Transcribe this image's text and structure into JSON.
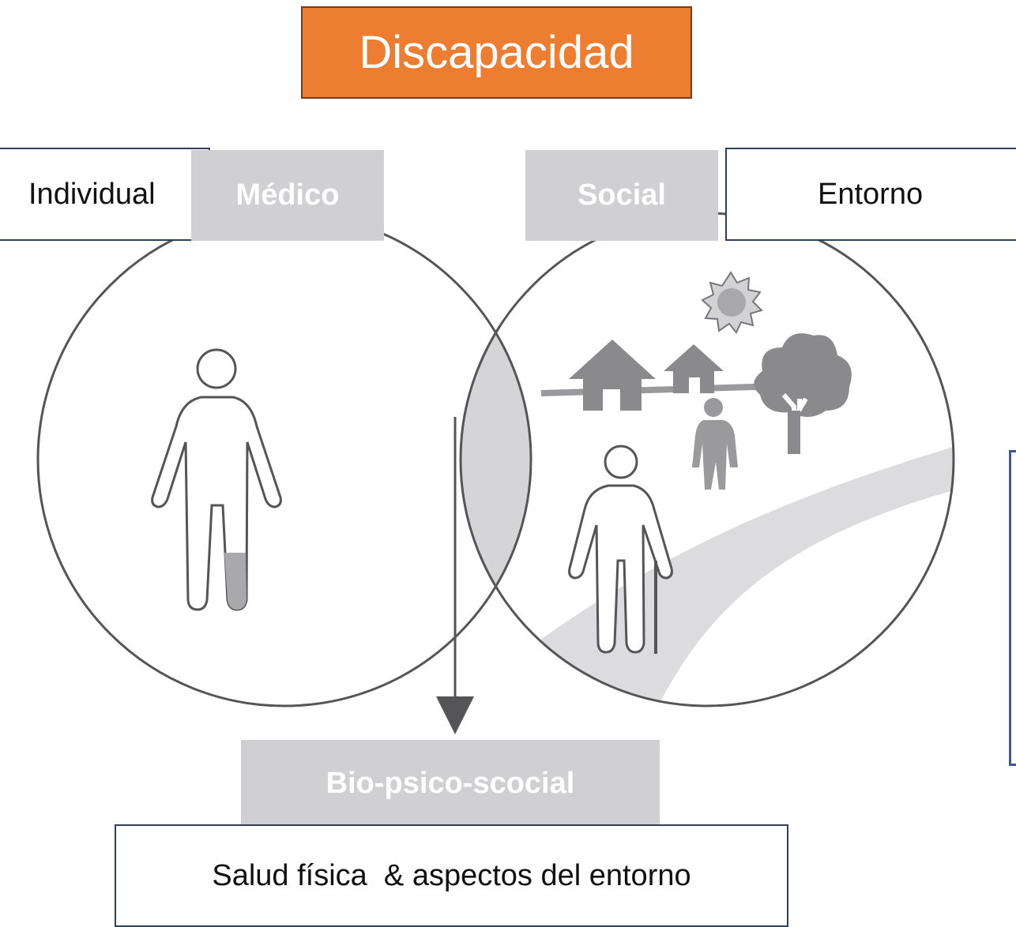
{
  "title": "Discapacidad",
  "labels": {
    "individual": "Individual",
    "medico": "Médico",
    "social": "Social",
    "entorno": "Entorno",
    "biopsicosocial": "Bio-psico-scocial",
    "outcome": "Salud física  & aspectos del entorno"
  },
  "colors": {
    "title_fill": "#ed7d31",
    "label_grey": "#d0d0d2",
    "overlap_fill": "#d5d5d8",
    "circle_stroke": "#555558",
    "icon_grey": "#8a8a8c",
    "accent_blue": "#3a56a5"
  },
  "icons": [
    "person-icon",
    "elderly-person-with-cane-icon",
    "house-icon",
    "small-house-icon",
    "tree-icon",
    "sun-icon",
    "walking-person-icon",
    "road-path",
    "down-arrow-icon"
  ]
}
